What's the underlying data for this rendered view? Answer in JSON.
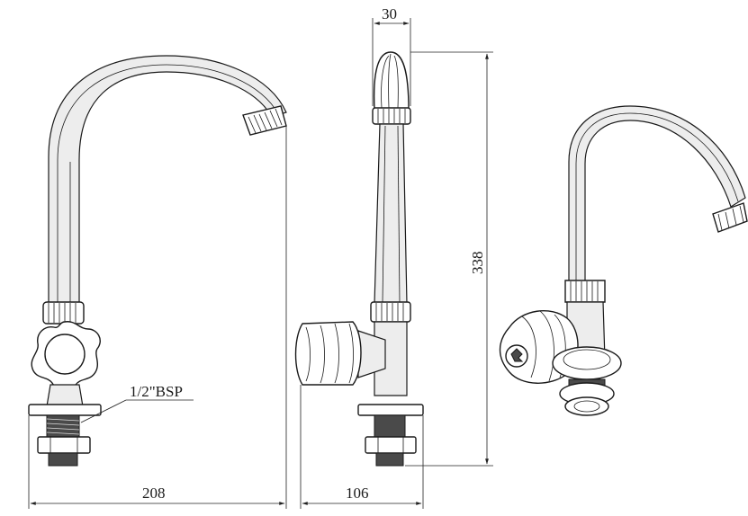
{
  "dimensions": {
    "height_total": "338",
    "width_front": "208",
    "width_side": "106",
    "spout_width": "30"
  },
  "labels": {
    "thread": "1/2\"BSP"
  },
  "views": [
    "front-view",
    "side-view",
    "isometric-view"
  ],
  "colors": {
    "line": "#1a1a1a",
    "fill_light": "#ededed",
    "fill_shade": "#cfcfcf"
  }
}
